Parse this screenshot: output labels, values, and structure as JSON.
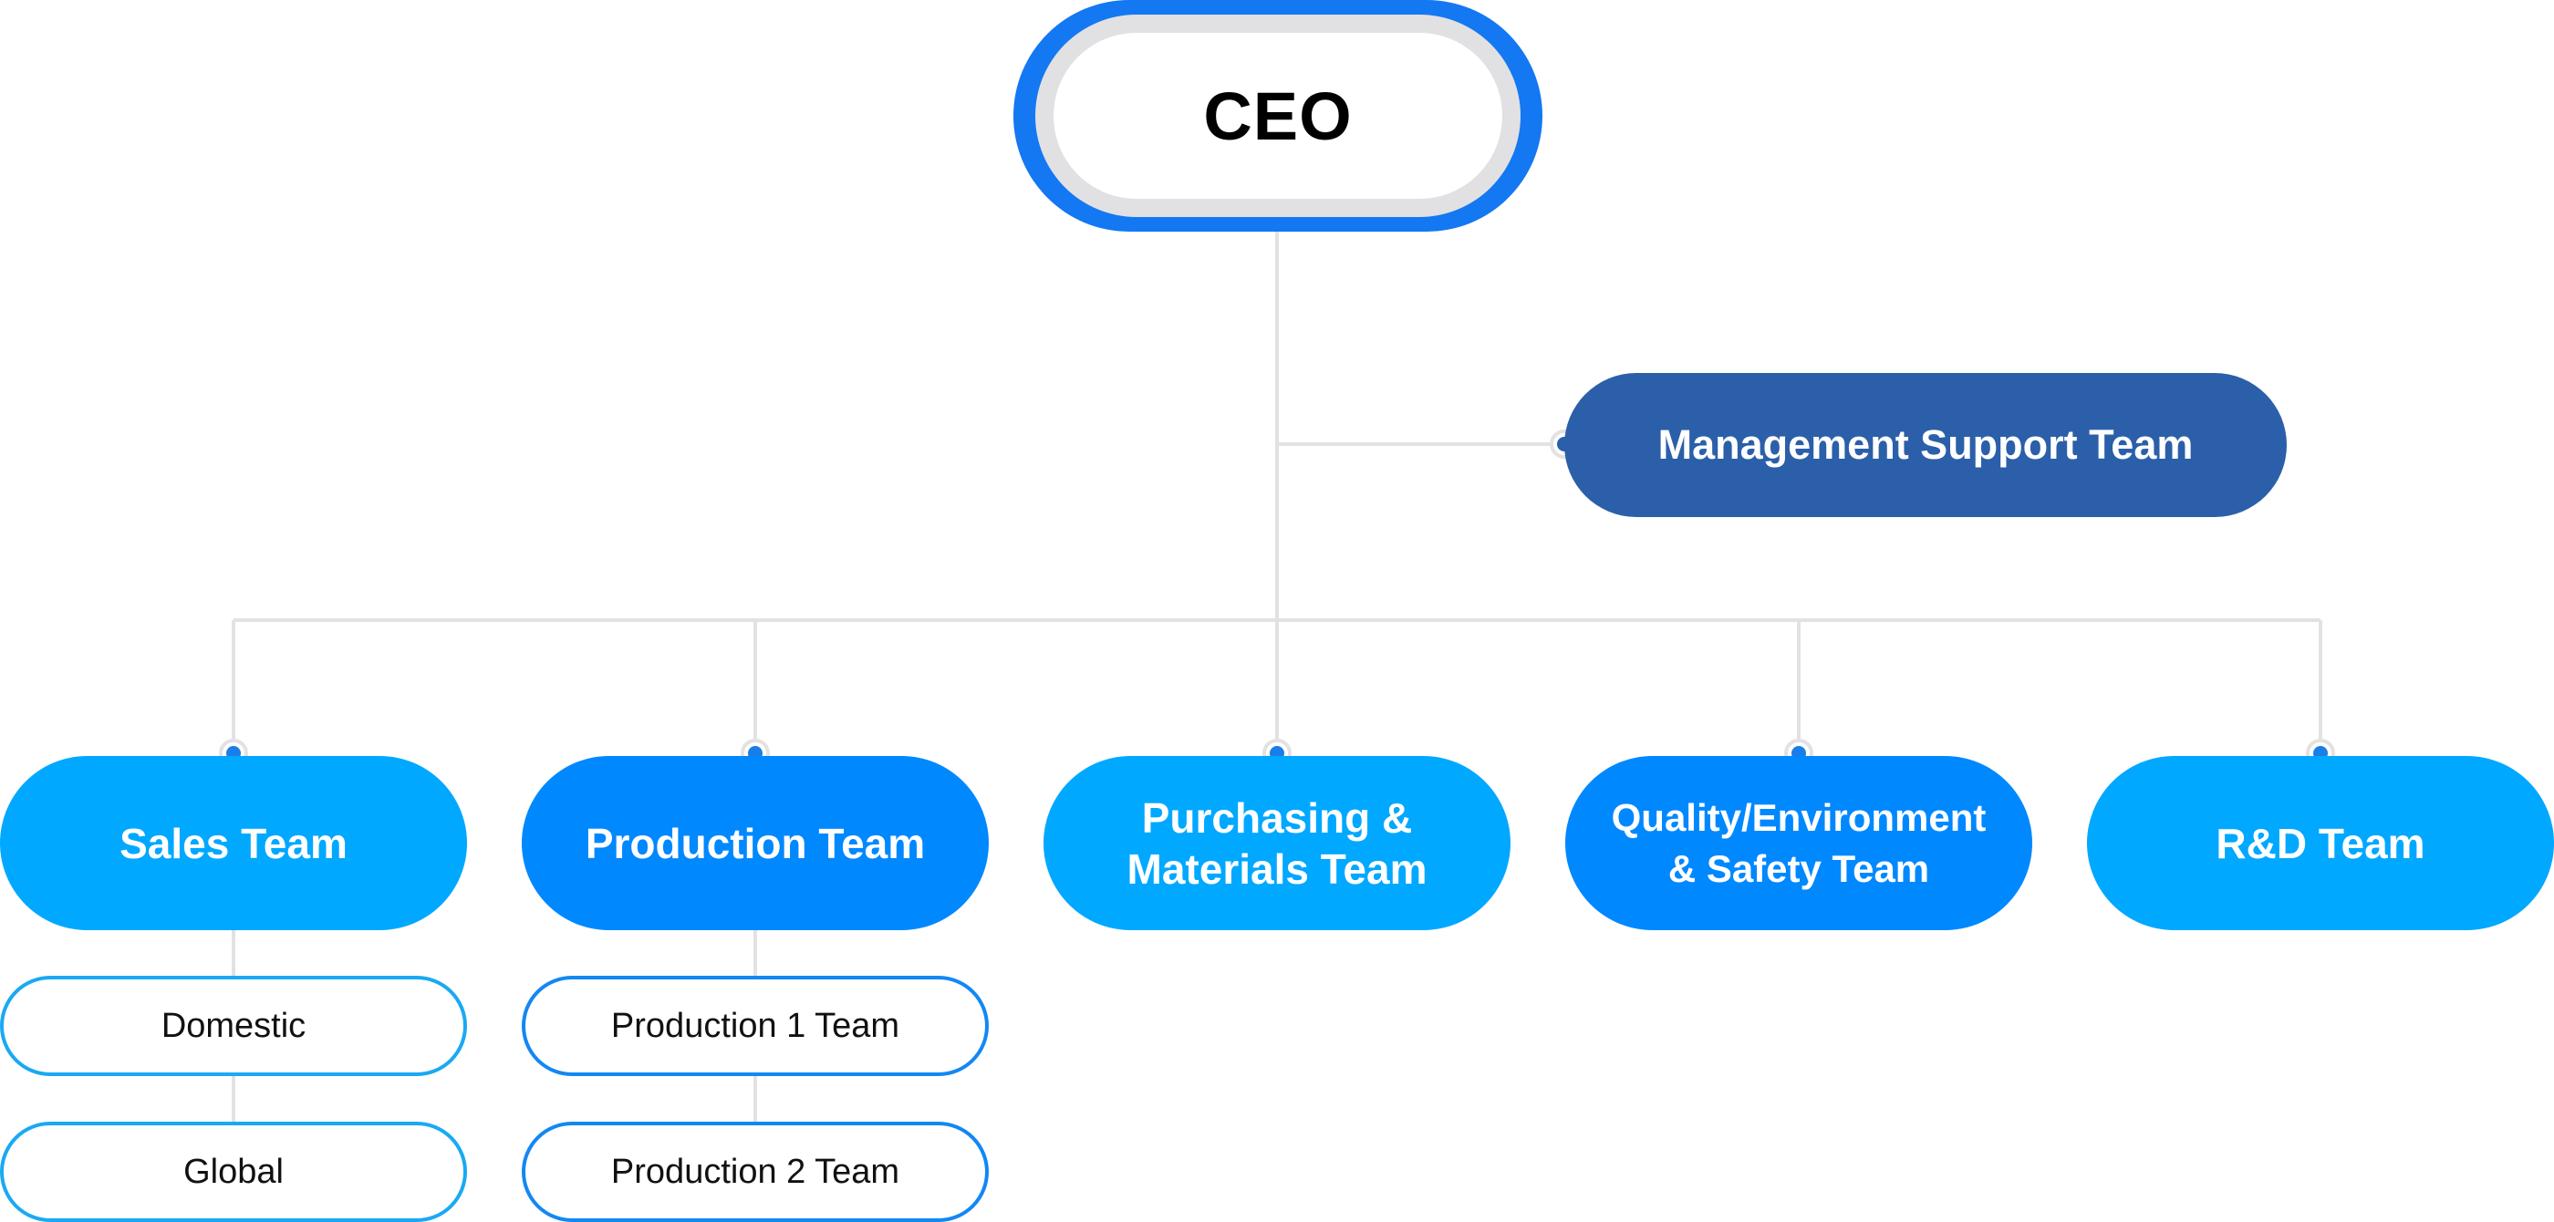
{
  "diagram": {
    "ceo": {
      "label": "CEO"
    },
    "management_support": {
      "label": "Management Support Team"
    },
    "teams": [
      {
        "label": "Sales Team",
        "subteams": [
          "Domestic",
          "Global"
        ]
      },
      {
        "label": "Production Team",
        "subteams": [
          "Production 1 Team",
          "Production 2 Team"
        ]
      },
      {
        "label": "Purchasing &\nMaterials Team",
        "subteams": []
      },
      {
        "label": "Quality/Environment\n& Safety Team",
        "subteams": []
      },
      {
        "label": "R&D Team",
        "subteams": []
      }
    ]
  },
  "colors": {
    "ceo_ring": "#1378f2",
    "ceo_band": "#e1e1e3",
    "management": "#2b5fa9",
    "team_light": "#00a8ff",
    "team_dark": "#0088ff",
    "connector": "#e2e2e2",
    "dot_fill": "#1a7ee8"
  }
}
